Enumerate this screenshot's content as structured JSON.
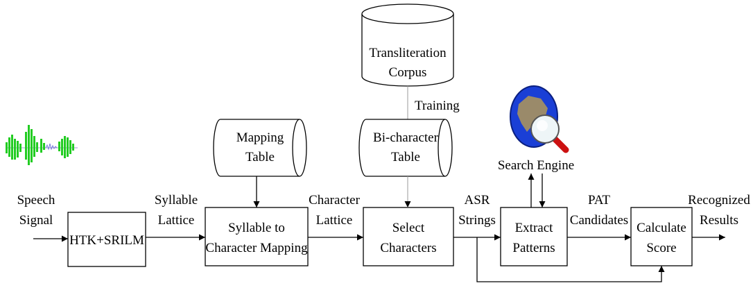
{
  "labels": {
    "speech": "Speech",
    "signal": "Signal",
    "syllable": "Syllable",
    "lattice": "Lattice",
    "character": "Character",
    "asr": "ASR",
    "strings": "Strings",
    "pat": "PAT",
    "candidates": "Candidates",
    "recognized": "Recognized",
    "results": "Results",
    "training": "Training",
    "search_engine": "Search Engine"
  },
  "boxes": {
    "htk": "HTK+SRILM",
    "syl_map_1": "Syllable to",
    "syl_map_2": "Character Mapping",
    "select_1": "Select",
    "select_2": "Characters",
    "extract_1": "Extract",
    "extract_2": "Patterns",
    "calc_1": "Calculate",
    "calc_2": "Score"
  },
  "stores": {
    "mapping_1": "Mapping",
    "mapping_2": "Table",
    "bichar_1": "Bi-character",
    "bichar_2": "Table",
    "corpus_1": "Transliteration",
    "corpus_2": "Corpus"
  },
  "colors": {
    "waveform": "#22cc22",
    "globe_ocean": "#1a3fd6",
    "globe_land": "#9a8a6a",
    "magnifier_handle": "#cc1111"
  },
  "icons": [
    "waveform-icon",
    "search-engine-icon"
  ]
}
